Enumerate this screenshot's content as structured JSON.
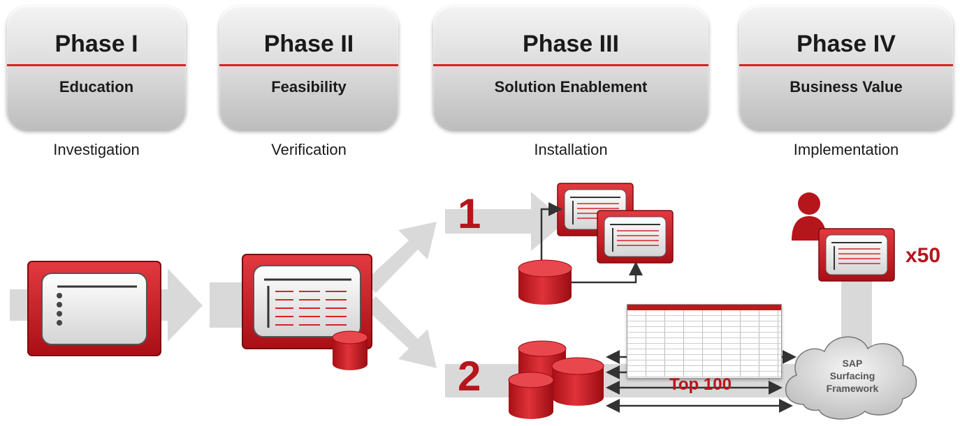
{
  "phases": [
    {
      "title": "Phase I",
      "subtitle": "Education",
      "step": "Investigation"
    },
    {
      "title": "Phase II",
      "subtitle": "Feasibility",
      "step": "Verification"
    },
    {
      "title": "Phase III",
      "subtitle": "Solution Enablement",
      "step": "Installation"
    },
    {
      "title": "Phase IV",
      "subtitle": "Business Value",
      "step": "Implementation"
    }
  ],
  "flow": {
    "path_one_number": "1",
    "path_two_number": "2",
    "top_reports_label": "Top 100",
    "cloud_label_line1": "SAP",
    "cloud_label_line2": "Surfacing",
    "cloud_label_line3": "Framework",
    "multiplier_label": "x50"
  },
  "colors": {
    "accent_red": "#c0171e",
    "line_red": "#d6232a",
    "arrow_gray": "#d9d9d9",
    "dark_gray": "#333333"
  },
  "icons": [
    "report-icon",
    "database-icon",
    "user-icon",
    "cloud-icon",
    "arrow-icon"
  ]
}
